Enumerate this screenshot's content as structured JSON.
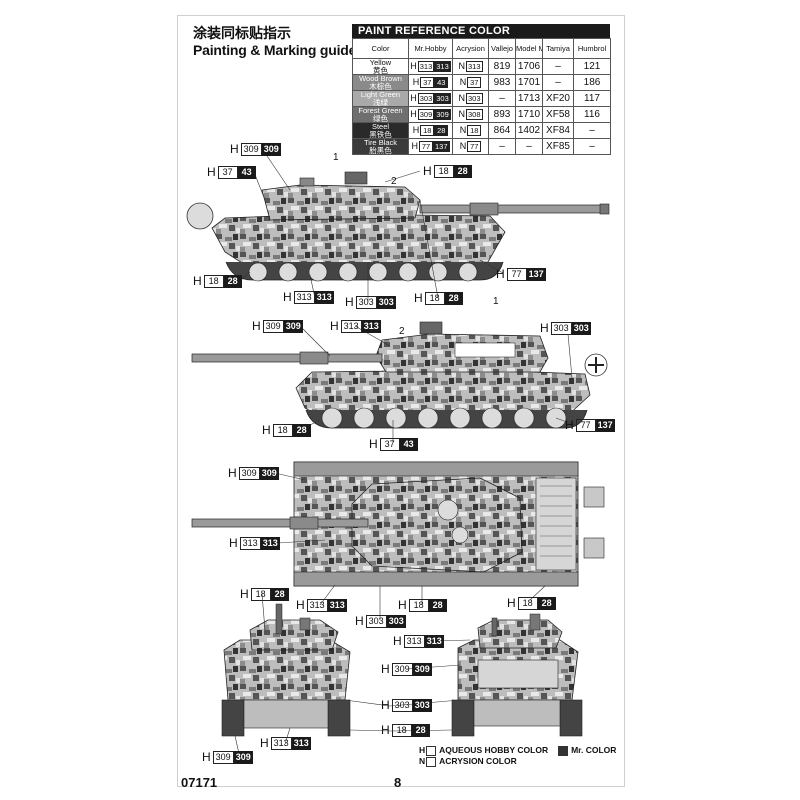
{
  "header": {
    "title_cn": "涂装同标贴指示",
    "title_en": "Painting & Marking guide"
  },
  "paint_table": {
    "heading": "PAINT  REFERENCE COLOR",
    "columns": [
      "Color",
      "Mr.Hobby",
      "Acrysion",
      "Vallejo",
      "Model Master",
      "Tamiya",
      "Humbrol"
    ],
    "rows": [
      {
        "name": "Yellow",
        "name_cn": "黄色",
        "swatch": "#ffffff",
        "text": "#111111",
        "hobby": "313",
        "hobby_dark": "313",
        "acry": "313",
        "vallejo": "819",
        "mm": "1706",
        "tamiya": "–",
        "humbrol": "121"
      },
      {
        "name": "Wood Brown",
        "name_cn": "木棕色",
        "swatch": "#8a8a8a",
        "text": "#ffffff",
        "hobby": "37",
        "hobby_dark": "43",
        "acry": "37",
        "vallejo": "983",
        "mm": "1701",
        "tamiya": "–",
        "humbrol": "186"
      },
      {
        "name": "Light Green",
        "name_cn": "浅绿",
        "swatch": "#a9a9a9",
        "text": "#ffffff",
        "hobby": "303",
        "hobby_dark": "303",
        "acry": "303",
        "vallejo": "–",
        "mm": "1713",
        "tamiya": "XF20",
        "humbrol": "117"
      },
      {
        "name": "Forest Green",
        "name_cn": "绿色",
        "swatch": "#6f6f6f",
        "text": "#ffffff",
        "hobby": "309",
        "hobby_dark": "309",
        "acry": "308",
        "vallejo": "893",
        "mm": "1710",
        "tamiya": "XF58",
        "humbrol": "116"
      },
      {
        "name": "Steel",
        "name_cn": "黑铁色",
        "swatch": "#2a2a2a",
        "text": "#ffffff",
        "hobby": "18",
        "hobby_dark": "28",
        "acry": "18",
        "vallejo": "864",
        "mm": "1402",
        "tamiya": "XF84",
        "humbrol": "–"
      },
      {
        "name": "Tire Black",
        "name_cn": "胎黑色",
        "swatch": "#3a3a3a",
        "text": "#ffffff",
        "hobby": "77",
        "hobby_dark": "137",
        "acry": "77",
        "vallejo": "–",
        "mm": "–",
        "tamiya": "XF85",
        "humbrol": "–"
      }
    ]
  },
  "prefix": {
    "hobby": "H",
    "acry": "N"
  },
  "callouts": {
    "c1": {
      "code": "309",
      "dark": "309"
    },
    "c2": {
      "code": "37",
      "dark": "43"
    },
    "c3": {
      "code": "18",
      "dark": "28"
    },
    "c4": {
      "code": "18",
      "dark": "28"
    },
    "c5": {
      "code": "313",
      "dark": "313"
    },
    "c6": {
      "code": "303",
      "dark": "303"
    },
    "c7": {
      "code": "18",
      "dark": "28"
    },
    "c8": {
      "code": "77",
      "dark": "137"
    },
    "c9": {
      "code": "309",
      "dark": "309"
    },
    "c10": {
      "code": "313",
      "dark": "313"
    },
    "c11": {
      "code": "303",
      "dark": "303"
    },
    "c12": {
      "code": "18",
      "dark": "28"
    },
    "c13": {
      "code": "37",
      "dark": "43"
    },
    "c14": {
      "code": "77",
      "dark": "137"
    },
    "c15": {
      "code": "309",
      "dark": "309"
    },
    "c16": {
      "code": "313",
      "dark": "313"
    },
    "c17": {
      "code": "18",
      "dark": "28"
    },
    "c18": {
      "code": "313",
      "dark": "313"
    },
    "c19": {
      "code": "18",
      "dark": "28"
    },
    "c20": {
      "code": "18",
      "dark": "28"
    },
    "c21": {
      "code": "303",
      "dark": "303"
    },
    "c22": {
      "code": "313",
      "dark": "313"
    },
    "c23": {
      "code": "309",
      "dark": "309"
    },
    "c24": {
      "code": "303",
      "dark": "303"
    },
    "c25": {
      "code": "18",
      "dark": "28"
    },
    "c26": {
      "code": "309",
      "dark": "309"
    },
    "c27": {
      "code": "313",
      "dark": "313"
    }
  },
  "part_numbers": {
    "one": "1",
    "two": "2"
  },
  "legend": {
    "hobby_label": "AQUEOUS HOBBY COLOR",
    "mr_label": "Mr. COLOR",
    "acry_label": "ACRYSION COLOR"
  },
  "footer": {
    "code": "07171",
    "page": "8"
  }
}
